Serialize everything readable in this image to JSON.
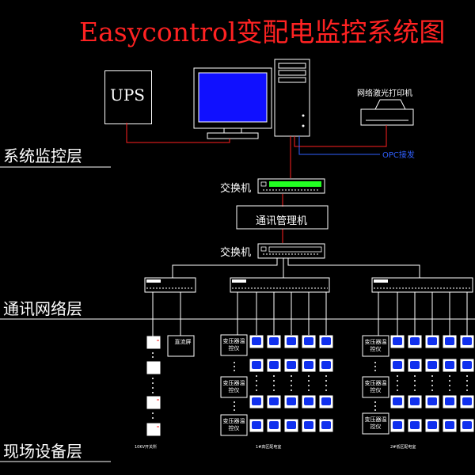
{
  "title": "Easycontrol变配电监控系统图",
  "layers": {
    "monitor": "系统监控层",
    "network": "通讯网络层",
    "field": "现场设备层"
  },
  "devices": {
    "ups": "UPS",
    "printer": "网络激光打印机",
    "opc": "OPC接发",
    "switch_top": "交换机",
    "comm_manager": "通讯管理机",
    "switch_mid": "交换机"
  },
  "field": {
    "dc_screen": "直流屏",
    "transformer_controller": "变压器温控仪",
    "group1": "10KV开关所",
    "group2": "1#高区配电室",
    "group3": "2#低区配电室"
  },
  "colors": {
    "title": "#ff2222",
    "monitor_screen": "#1010ff",
    "switch_led": "#22ff22",
    "meter": "#1030ee",
    "red_line": "#ff2020",
    "opc_line": "#3060ff"
  }
}
